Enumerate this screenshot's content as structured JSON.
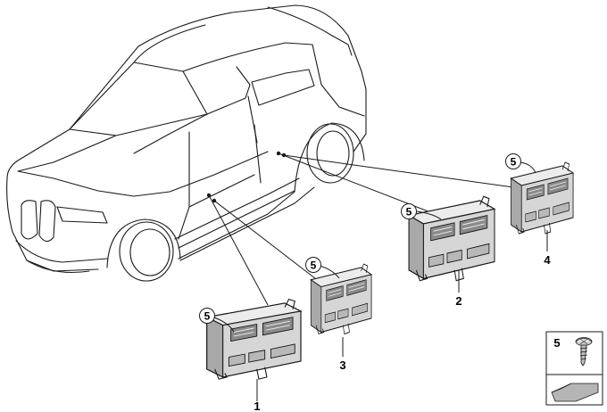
{
  "diagram": {
    "callouts": [
      {
        "id": "c1",
        "label": "5"
      },
      {
        "id": "c2",
        "label": "5"
      },
      {
        "id": "c3",
        "label": "5"
      },
      {
        "id": "c4",
        "label": "5"
      }
    ],
    "part_numbers": [
      {
        "id": "p1",
        "label": "1"
      },
      {
        "id": "p2",
        "label": "2"
      },
      {
        "id": "p3",
        "label": "3"
      },
      {
        "id": "p4",
        "label": "4"
      }
    ],
    "legend": {
      "item_number": "5",
      "item_icon": "screw-icon",
      "footer_icon": "arrow-icon"
    },
    "colors": {
      "line": "#1a1a1a",
      "module_fill": "#d9d9d9",
      "module_dark": "#a8a8a8",
      "module_light": "#eeeeee",
      "connector": "#7a7a7a"
    }
  }
}
